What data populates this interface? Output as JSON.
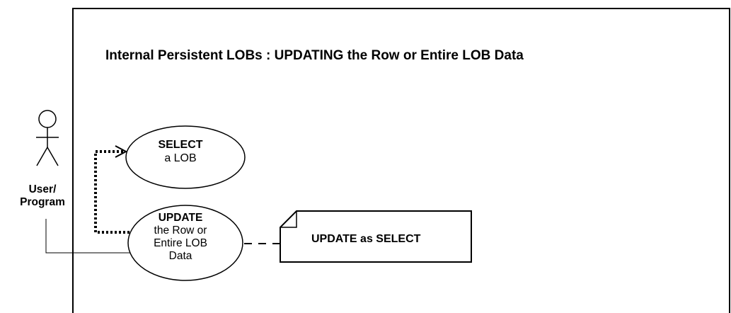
{
  "diagram": {
    "title": "Internal Persistent LOBs : UPDATING the Row or Entire LOB Data",
    "actor": {
      "label_line1": "User/",
      "label_line2": "Program"
    },
    "use_cases": {
      "select": {
        "line1": "SELECT",
        "line2": "a LOB"
      },
      "update": {
        "line1": "UPDATE",
        "line2": "the Row or",
        "line3": "Entire LOB",
        "line4": "Data"
      }
    },
    "note": {
      "text": "UPDATE as SELECT"
    }
  }
}
